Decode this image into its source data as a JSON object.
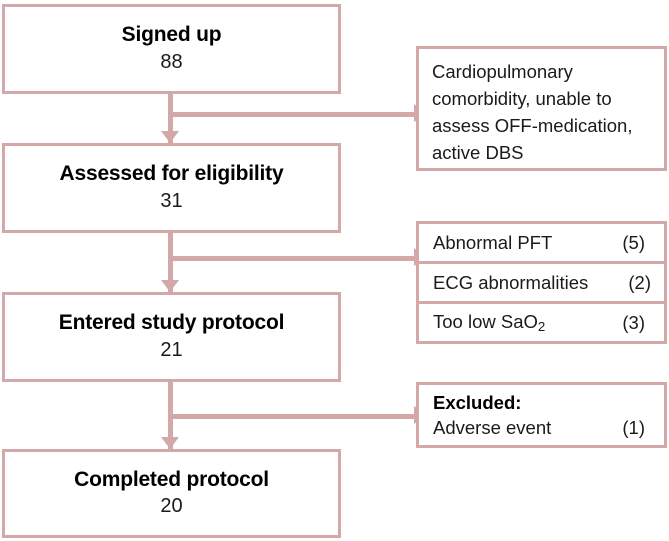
{
  "figure": {
    "type": "flowchart",
    "subject": "study-participant-flow",
    "accent_color": "#d3a8a8",
    "text_color": "#1a1a1a",
    "background_color": "#ffffff"
  },
  "nodes": [
    {
      "id": "signed-up",
      "title": "Signed up",
      "count": "88"
    },
    {
      "id": "assessed",
      "title": "Assessed for eligibility",
      "count": "31"
    },
    {
      "id": "entered-protocol",
      "title": "Entered study protocol",
      "count": "21"
    },
    {
      "id": "completed-protocol",
      "title": "Completed protocol",
      "count": "20"
    }
  ],
  "side_boxes": {
    "screening": {
      "lines": [
        "Cardiopulmonary",
        "comorbidity, unable to",
        "assess OFF-medication,",
        "active DBS"
      ]
    },
    "eligibility": {
      "rows": [
        {
          "reason": "Abnormal PFT",
          "count": "(5)"
        },
        {
          "reason": "ECG abnormalities",
          "count": "(2)"
        },
        {
          "reason_prefix": "Too low SaO",
          "reason_sub": "2",
          "count": "(3)"
        }
      ]
    },
    "adverse": {
      "heading": "Excluded:",
      "reason": "Adverse event",
      "count": "(1)"
    }
  },
  "connectors": [
    {
      "from": "signed-up",
      "to": "assessed",
      "branch_to": "screening"
    },
    {
      "from": "assessed",
      "to": "entered-protocol",
      "branch_to": "eligibility"
    },
    {
      "from": "entered-protocol",
      "to": "completed-protocol",
      "branch_to": "adverse"
    }
  ]
}
